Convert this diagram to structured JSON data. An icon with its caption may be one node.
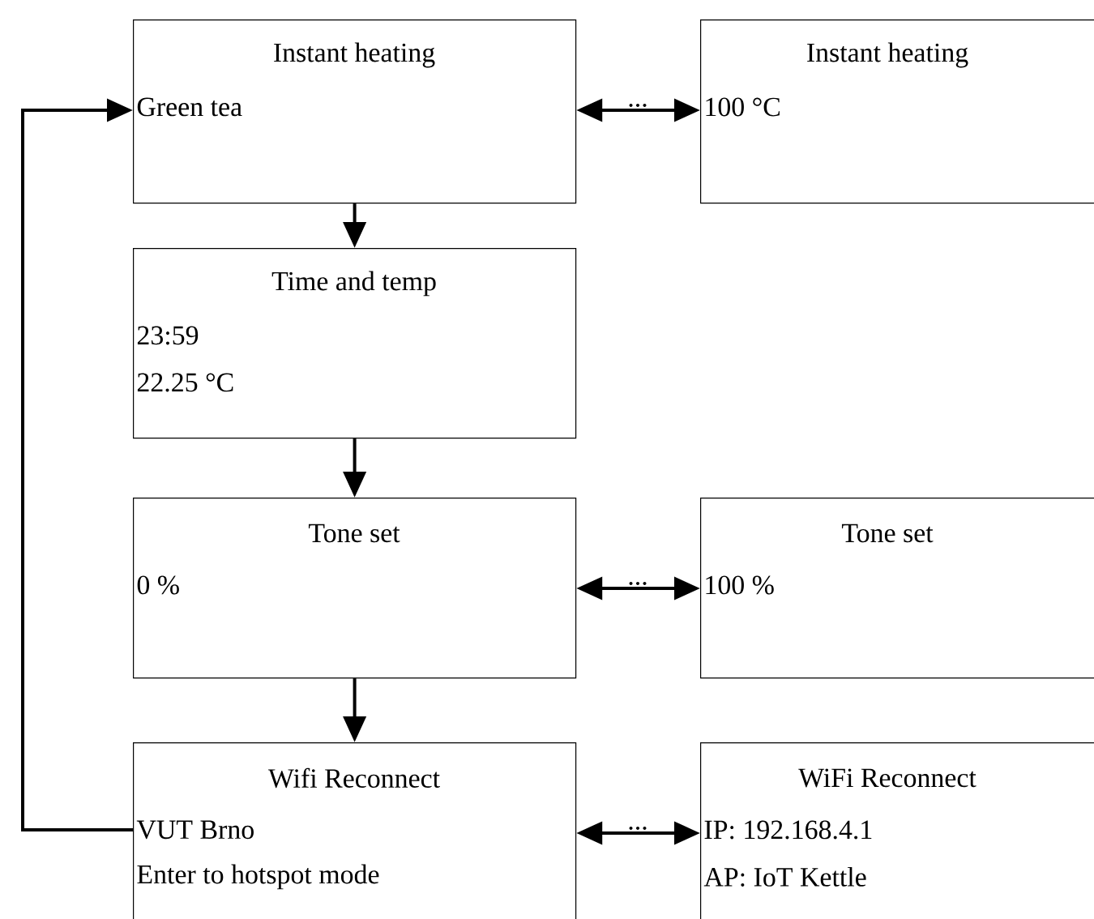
{
  "diagram": {
    "nodes": [
      {
        "text": [
          "Instant heating",
          "Green tea"
        ]
      },
      {
        "text": [
          "Instant heating",
          "100 °C"
        ]
      },
      {
        "text": [
          "Time and temp",
          "23:59",
          "22.25 °C"
        ]
      },
      {
        "text": [
          "Tone set",
          "0 %"
        ]
      },
      {
        "text": [
          "Tone set",
          "100 %"
        ]
      },
      {
        "text": [
          "Wifi Reconnect",
          "VUT Brno",
          "Enter to hotspot mode"
        ]
      },
      {
        "text": [
          "WiFi Reconnect",
          "IP: 192.168.4.1",
          "AP: IoT Kettle"
        ]
      }
    ],
    "edges": [
      {
        "from": 0,
        "to": 1,
        "arrow": "both",
        "label": "..."
      },
      {
        "from": 0,
        "to": 2,
        "arrow": "to"
      },
      {
        "from": 2,
        "to": 3,
        "arrow": "to"
      },
      {
        "from": 3,
        "to": 4,
        "arrow": "both",
        "label": "..."
      },
      {
        "from": 3,
        "to": 5,
        "arrow": "to"
      },
      {
        "from": 5,
        "to": 6,
        "arrow": "both",
        "label": "..."
      },
      {
        "from": 5,
        "to": 0,
        "arrow": "to"
      }
    ]
  }
}
